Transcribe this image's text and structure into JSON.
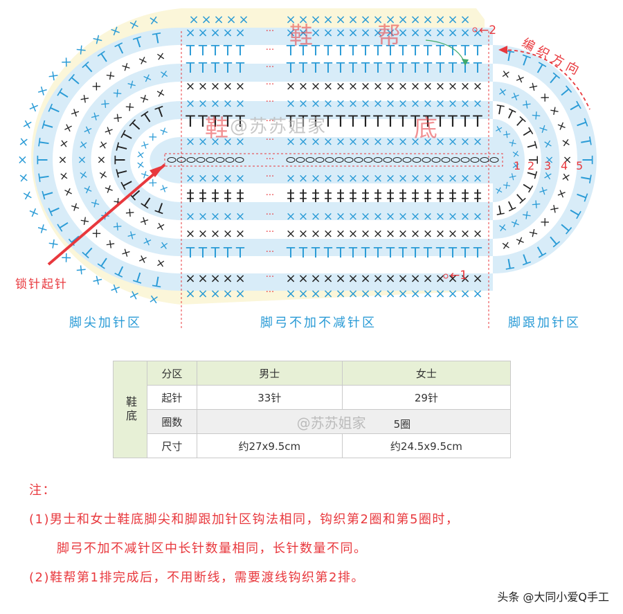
{
  "diagram": {
    "zones": {
      "toe": "脚尖加针区",
      "arch": "脚弓不加不减针区",
      "heel": "脚跟加针区"
    },
    "direction": "编织方向",
    "start_label": "锁针起针",
    "upper_text": [
      "鞋",
      "帮"
    ],
    "sole_text": [
      "鞋",
      "底"
    ],
    "watermark": "@苏苏姐家",
    "row_marker_2": "←2",
    "row_marker_1": "←1",
    "round_numbers": [
      "1",
      "2",
      "3",
      "4",
      "5"
    ],
    "ellipsis": "···",
    "colors": {
      "accent": "#2a9bd6",
      "red": "#e8383d",
      "band_blue": "#d4ebf8",
      "band_cream": "#fbf6d9"
    },
    "stitch_symbols": {
      "single_crochet": "×",
      "half_double": "T",
      "double": "‡",
      "chain": "○"
    }
  },
  "table": {
    "row_header": "鞋底",
    "header": [
      "分区",
      "男士",
      "女士"
    ],
    "rows": [
      [
        "起针",
        "33针",
        "29针"
      ],
      [
        "圈数",
        "5圈"
      ],
      [
        "尺寸",
        "约27x9.5cm",
        "约24.5x9.5cm"
      ]
    ],
    "watermark": "@苏苏姐家"
  },
  "notes": {
    "title": "注：",
    "items": [
      "(1)男士和女士鞋底脚尖和脚跟加针区钩法相同，钩织第2圈和第5圈时，",
      "脚弓不加不减针区中长针数量相同，长针数量不同。",
      "(2)鞋帮第1排完成后，不用断线，需要渡线钩织第2排。"
    ]
  },
  "credit": "头条 @大同小爱Q手工"
}
